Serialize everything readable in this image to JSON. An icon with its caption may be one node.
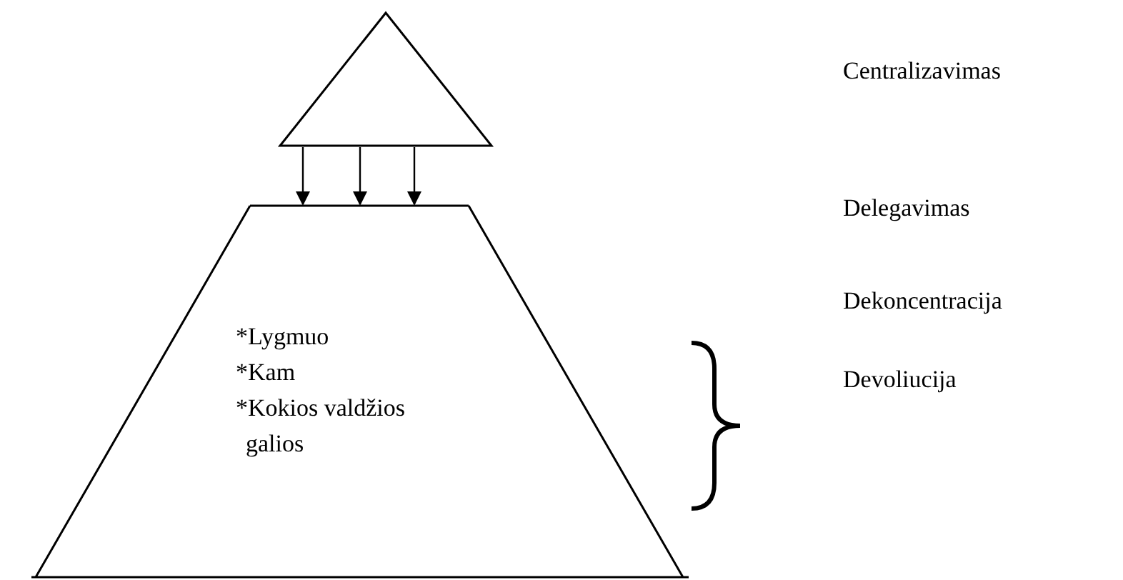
{
  "diagram": {
    "nodes": [
      {
        "text": [],
        "shape": "triangle"
      },
      {
        "text": [
          "*Lygmuo",
          "*Kam",
          "*Kokios valdžios galios"
        ]
      }
    ],
    "edges": [
      {
        "from": 0,
        "to": 1,
        "arrow": "to"
      },
      {
        "from": 0,
        "to": 1,
        "arrow": "to"
      },
      {
        "from": 0,
        "to": 1,
        "arrow": "to"
      }
    ],
    "labels": [
      "Centralizavimas",
      "Delegavimas",
      "Dekoncentracija",
      "Devoliucija"
    ]
  }
}
